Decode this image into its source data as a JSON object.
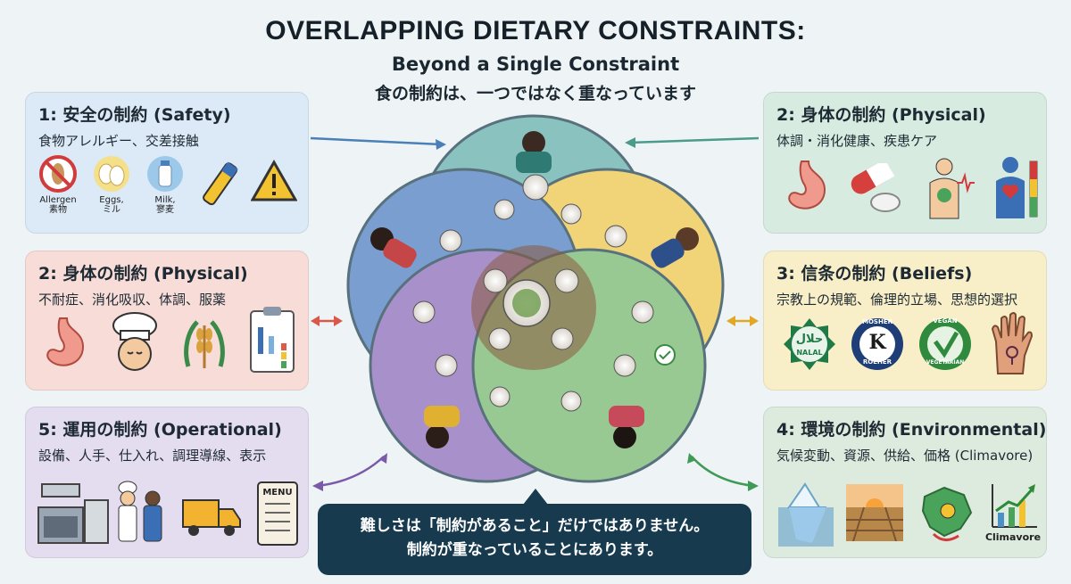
{
  "header": {
    "title": "OVERLAPPING DIETARY CONSTRAINTS:",
    "subtitle": "Beyond a Single Constraint",
    "jp_subtitle": "食の制約は、一つではなく重なっています"
  },
  "panels": {
    "safety": {
      "title": "1: 安全の制約 (Safety)",
      "desc": "食物アレルギー、交差接触",
      "captions": [
        "Allergen\n素物",
        "Eggs,\nミル",
        "Milk,\n寥麦"
      ],
      "icons": [
        "no-peanut-icon",
        "eggs-icon",
        "milk-bottle-icon",
        "epipen-icon",
        "warning-icon"
      ]
    },
    "physical_left": {
      "title": "2: 身体の制約 (Physical)",
      "desc": "不耐症、消化吸収、体調、服薬",
      "icons": [
        "stomach-icon",
        "chef-face-icon",
        "wheat-icon",
        "medication-chart-icon"
      ]
    },
    "operational": {
      "title": "5: 運用の制約 (Operational)",
      "desc": "設備、人手、仕入れ、調理導線、表示",
      "menu_label": "MENU",
      "icons": [
        "kitchen-equipment-icon",
        "chef-staff-icon",
        "delivery-truck-icon",
        "menu-board-icon"
      ]
    },
    "physical_right": {
      "title": "2: 身体の制約 (Physical)",
      "desc": "体調・消化健康、疾患ケア",
      "icons": [
        "stomach-icon",
        "pill-icon",
        "heart-monitor-icon",
        "body-health-icon"
      ]
    },
    "beliefs": {
      "title": "3: 信条の制約 (Beliefs)",
      "desc": "宗教上の規範、倫理的立場、思想的選択",
      "halal_label": "حلال",
      "halal_sub": "NALAL",
      "kosher_top": "MOSHER",
      "kosher_letter": "K",
      "kosher_bottom": "ROEHER",
      "vegan_top": "VEGAN",
      "vegan_bottom": "VEGETARIAN",
      "icons": [
        "halal-badge-icon",
        "kosher-badge-icon",
        "vegan-badge-icon",
        "raised-hand-icon"
      ]
    },
    "environmental": {
      "title": "4: 環境の制約 (Environmental)",
      "desc": "気候変動、資源、供給、価格 (Climavore)",
      "chart_caption": "Climavore",
      "icons": [
        "iceberg-icon",
        "farmland-icon",
        "supply-map-icon",
        "growth-chart-icon"
      ]
    }
  },
  "callout": {
    "line1": "難しさは「制約があること」だけではありません。",
    "line2": "制約が重なっていることにあります。"
  },
  "colors": {
    "safety": "#dce9f6",
    "physical": "#f7dcd8",
    "operational": "#e4dcef",
    "physical_right": "#d7ebe0",
    "beliefs": "#f8efc8",
    "environmental": "#dcebdd",
    "circle_teal": "#5ba7a8",
    "circle_yellow": "#f0c748",
    "circle_blue": "#4d7fc1",
    "circle_purple": "#8b6bb6",
    "circle_green": "#7ab872",
    "callout_bg": "#173a4f"
  }
}
